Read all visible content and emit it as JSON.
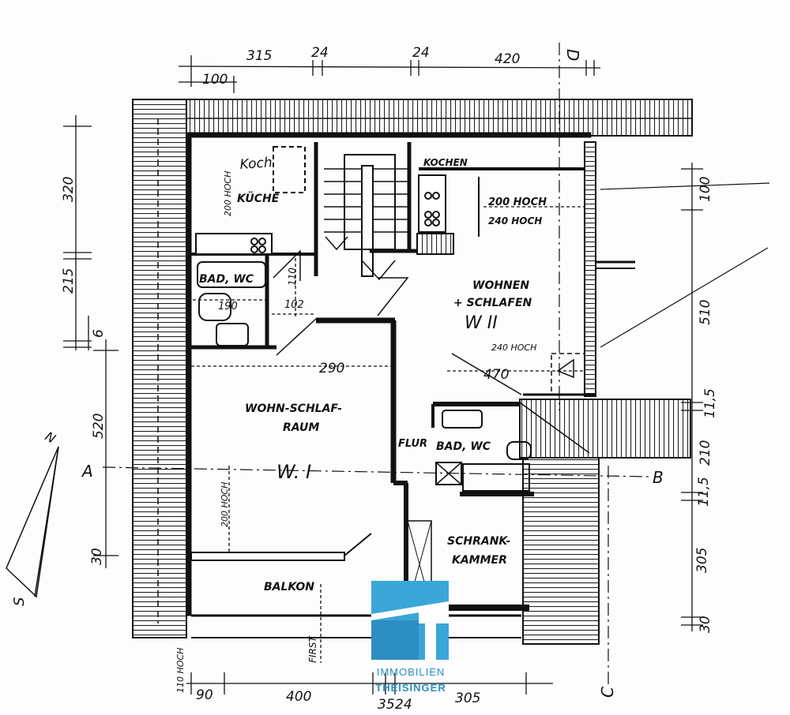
{
  "plan": {
    "rooms": {
      "kueche": "KÜCHE",
      "koch": "Koch",
      "hoch_200_kueche": "200 HOCH",
      "bad_wc_left": "BAD, WC",
      "kochen": "KOCHEN",
      "hoch_200": "200 HOCH",
      "hoch_240": "240 HOCH",
      "wohnen_1": "WOHNEN",
      "wohnen_2": "+ SCHLAFEN",
      "w2": "W II",
      "hoch_240_b": "240 HOCH",
      "wohn_schlaf_1": "WOHN-SCHLAF-",
      "wohn_schlaf_2": "RAUM",
      "w1": "W. I",
      "hoch_200_w1": "200 HOCH",
      "flur": "FLUR",
      "bad_wc_right": "BAD, WC",
      "schrank_1": "SCHRANK-",
      "schrank_2": "KAMMER",
      "balkon": "BALKON",
      "first": "FIRST",
      "hoch_110": "110 HOCH"
    },
    "dimensions": {
      "top_315": "315",
      "top_24a": "24",
      "top_24b": "24",
      "top_420": "420",
      "top_100": "100",
      "left_320": "320",
      "left_215": "215",
      "left_6": "6",
      "left_520": "520",
      "left_30": "30",
      "right_100": "100",
      "right_510": "510",
      "right_115a": "11,5",
      "right_210": "210",
      "right_115b": "11,5",
      "right_305": "305",
      "right_30": "30",
      "inner_110": "110",
      "inner_102": "102",
      "inner_190": "190",
      "inner_290": "290",
      "inner_470": "470",
      "bottom_90": "90",
      "bottom_400": "400",
      "bottom_35": "35",
      "bottom_24": "24",
      "bottom_305": "305"
    },
    "section_marks": {
      "a": "A",
      "b": "B",
      "c": "C",
      "d": "D",
      "n": "N",
      "s": "S"
    }
  },
  "logo": {
    "line1": "IMMOBILIEN",
    "line2": "THEISINGER"
  }
}
